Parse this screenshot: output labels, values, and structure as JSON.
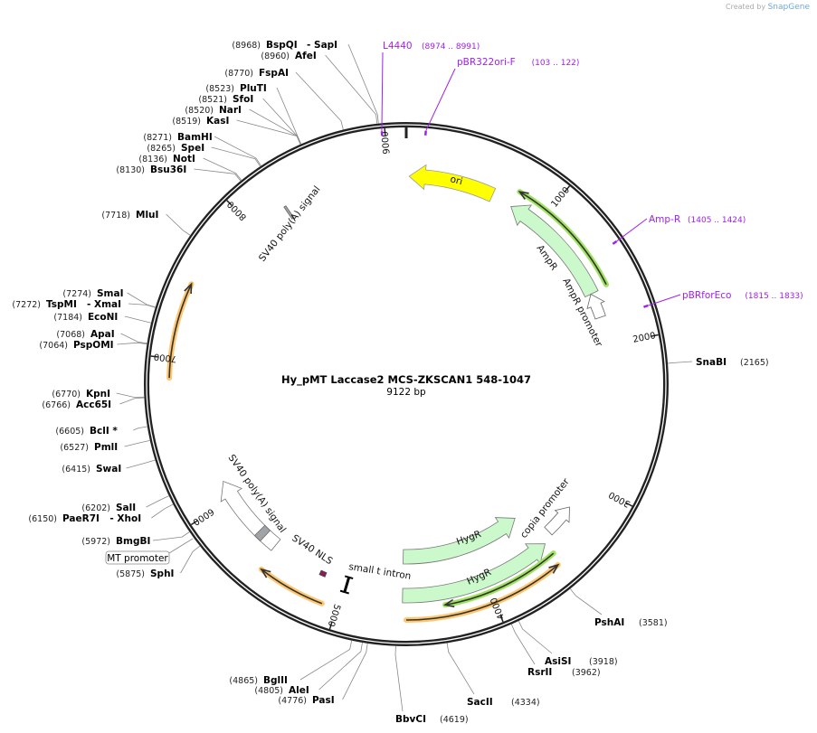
{
  "credit": {
    "prefix": "Created by",
    "brand": "SnapGene"
  },
  "plasmid": {
    "name": "Hy_pMT Laccase2 MCS-ZKSCAN1 548-1047",
    "length_label": "9122 bp",
    "length": 9122
  },
  "ticks": [
    "1000",
    "2000",
    "3000",
    "4000",
    "5000",
    "6000",
    "7000",
    "8000",
    "9000"
  ],
  "enzymes": [
    {
      "name": "BspQI",
      "name2": "- SapI",
      "pos": "(8968)"
    },
    {
      "name": "AfeI",
      "pos": "(8960)"
    },
    {
      "name": "FspAI",
      "pos": "(8770)"
    },
    {
      "name": "PluTI",
      "pos": "(8523)"
    },
    {
      "name": "SfoI",
      "pos": "(8521)"
    },
    {
      "name": "NarI",
      "pos": "(8520)"
    },
    {
      "name": "KasI",
      "pos": "(8519)"
    },
    {
      "name": "BamHI",
      "pos": "(8271)"
    },
    {
      "name": "SpeI",
      "pos": "(8265)"
    },
    {
      "name": "NotI",
      "pos": "(8136)"
    },
    {
      "name": "Bsu36I",
      "pos": "(8130)"
    },
    {
      "name": "MluI",
      "pos": "(7718)"
    },
    {
      "name": "SmaI",
      "pos": "(7274)"
    },
    {
      "name": "TspMI",
      "name2": "- XmaI",
      "pos": "(7272)"
    },
    {
      "name": "EcoNI",
      "pos": "(7184)"
    },
    {
      "name": "ApaI",
      "pos": "(7068)"
    },
    {
      "name": "PspOMI",
      "pos": "(7064)"
    },
    {
      "name": "KpnI",
      "pos": "(6770)"
    },
    {
      "name": "Acc65I",
      "pos": "(6766)"
    },
    {
      "name": "BclI *",
      "pos": "(6605)"
    },
    {
      "name": "PmlI",
      "pos": "(6527)"
    },
    {
      "name": "SwaI",
      "pos": "(6415)"
    },
    {
      "name": "SalI",
      "pos": "(6202)"
    },
    {
      "name": "PaeR7I",
      "name2": "- XhoI",
      "pos": "(6150)"
    },
    {
      "name": "BmgBI",
      "pos": "(5972)"
    },
    {
      "name": "SphI",
      "pos": "(5875)"
    },
    {
      "name": "BglII",
      "pos": "(4865)"
    },
    {
      "name": "AleI",
      "pos": "(4805)"
    },
    {
      "name": "PasI",
      "pos": "(4776)"
    },
    {
      "name": "BbvCI",
      "pos": "(4619)"
    },
    {
      "name": "SacII",
      "pos": "(4334)"
    },
    {
      "name": "RsrII",
      "pos": "(3962)"
    },
    {
      "name": "AsiSI",
      "pos": "(3918)"
    },
    {
      "name": "PshAI",
      "pos": "(3581)"
    },
    {
      "name": "SnaBI",
      "pos": "(2165)"
    }
  ],
  "primers": [
    {
      "name": "L4440",
      "range": "(8974 .. 8991)"
    },
    {
      "name": "pBR322ori-F",
      "range": "(103 .. 122)"
    },
    {
      "name": "Amp-R",
      "range": "(1405 .. 1424)"
    },
    {
      "name": "pBRforEco",
      "range": "(1815 .. 1833)"
    }
  ],
  "features": {
    "ori": "ori",
    "ampr": "AmpR",
    "ampr_promoter": "AmpR promoter",
    "sv40_polya_top": "SV40 poly(A) signal",
    "sv40_polya_bottom": "SV40 poly(A) signal",
    "sv40_nls": "SV40 NLS",
    "small_t_intron": "small t intron",
    "hygr_1": "HygR",
    "hygr_2": "HygR",
    "copia_promoter": "copia promoter",
    "mt_promoter": "MT promoter"
  },
  "colors": {
    "primer": "#a020f0",
    "ori": "#ffff00",
    "marker": "#ccf9cc",
    "orf_green": "#9ee35f",
    "orf_orange": "#ffc66e",
    "nls": "#8b1e5a",
    "polya": "#a0a4a8"
  }
}
